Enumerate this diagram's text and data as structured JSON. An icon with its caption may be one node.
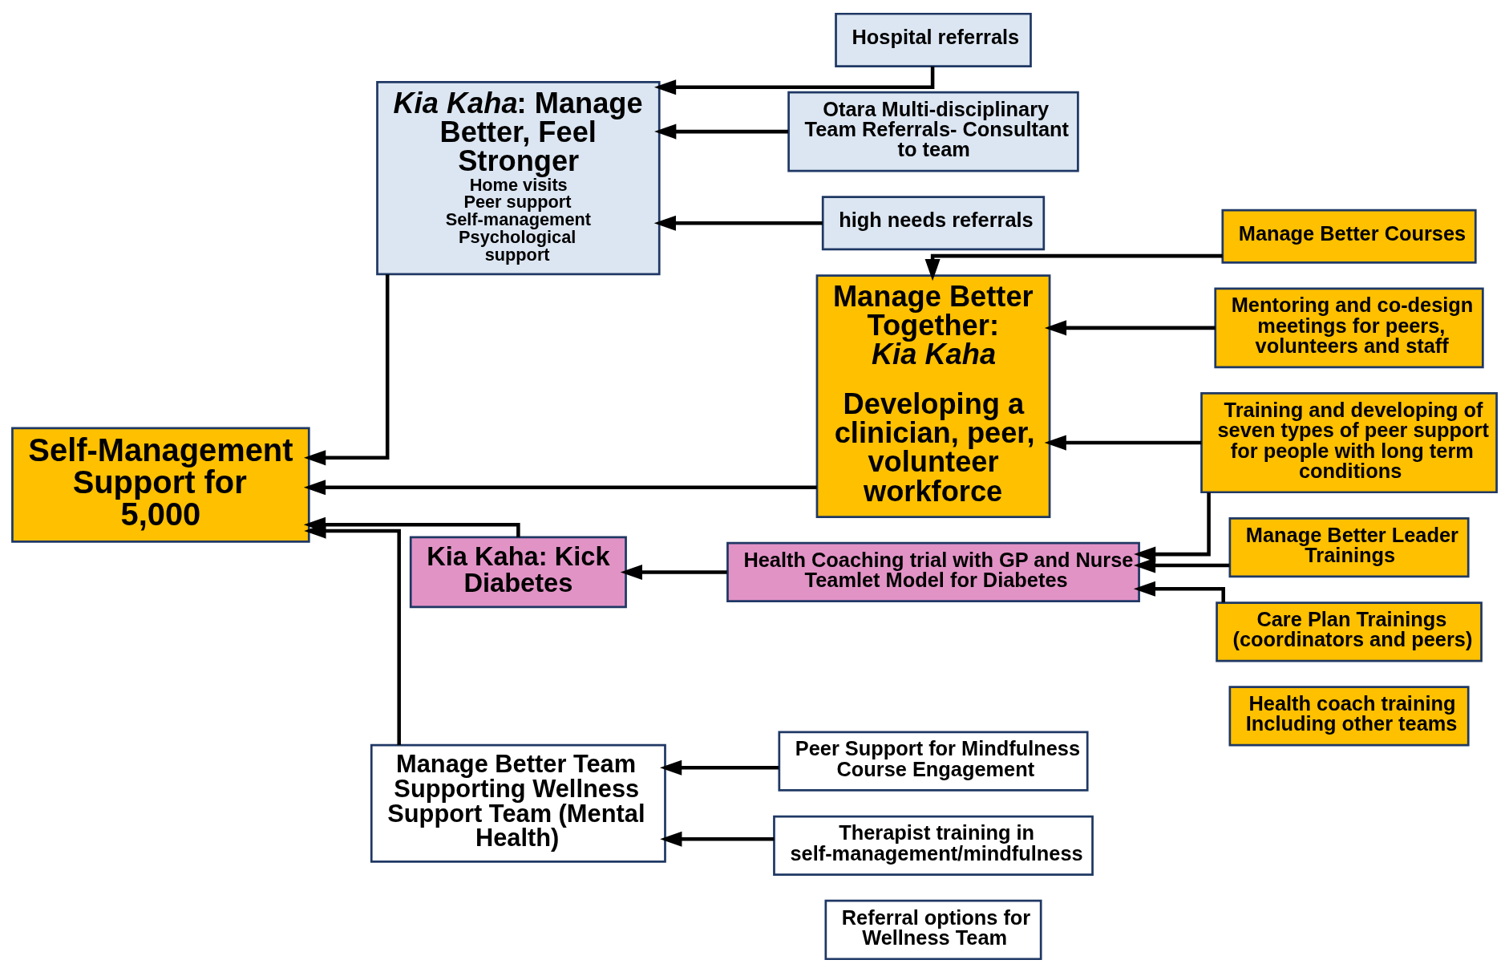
{
  "diagram": {
    "nodes": [
      {
        "text": [
          "Self-Management Support for 5,000"
        ]
      },
      {
        "text": [
          "*Kia Kaha*: Manage Better, Feel Stronger",
          "Home visits",
          "Peer support",
          "Self-management",
          "Psychological support"
        ]
      },
      {
        "text": [
          "Hospital referrals"
        ]
      },
      {
        "text": [
          "Otara Multi-disciplinary Team Referrals- Consultant to team"
        ]
      },
      {
        "text": [
          "high needs referrals"
        ]
      },
      {
        "text": [
          "Manage Better Together: *Kia Kaha*",
          "Developing a clinician, peer, volunteer workforce"
        ]
      },
      {
        "text": [
          "Manage Better Courses"
        ]
      },
      {
        "text": [
          "Training and developing of seven types of peer support for people with long term conditions"
        ]
      },
      {
        "text": [
          "Mentoring and co-design meetings for peers, volunteers and staff"
        ]
      },
      {
        "text": [
          "Manage Better Leader Trainings"
        ]
      },
      {
        "text": [
          "Health coach training Including other teams"
        ]
      },
      {
        "text": [
          "Care Plan Trainings (coordinators and peers)"
        ]
      },
      {
        "text": [
          "Kia Kaha: Kick Diabetes"
        ]
      },
      {
        "text": [
          "Health Coaching trial with GP and Nurse Teamlet Model for Diabetes"
        ]
      },
      {
        "text": [
          "Manage Better Team Supporting Wellness Support Team (Mental Health)"
        ]
      },
      {
        "text": [
          "Peer Support for Mindfulness Course Engagement"
        ]
      },
      {
        "text": [
          "Therapist training in self-management/mindfulness"
        ]
      },
      {
        "text": [
          "Referral options for Wellness Team"
        ]
      }
    ],
    "edges": [
      {
        "from": 1,
        "to": 0,
        "arrow": "to"
      },
      {
        "from": 5,
        "to": 0,
        "arrow": "to"
      },
      {
        "from": 12,
        "to": 0,
        "arrow": "to"
      },
      {
        "from": 14,
        "to": 0,
        "arrow": "to"
      },
      {
        "from": 2,
        "to": 1,
        "arrow": "to"
      },
      {
        "from": 3,
        "to": 1,
        "arrow": "to"
      },
      {
        "from": 4,
        "to": 1,
        "arrow": "to"
      },
      {
        "from": 6,
        "to": 5,
        "arrow": "to"
      },
      {
        "from": 7,
        "to": 5,
        "arrow": "to"
      },
      {
        "from": 8,
        "to": 5,
        "arrow": "to"
      },
      {
        "from": 9,
        "to": 13,
        "arrow": "to"
      },
      {
        "from": 7,
        "to": 13,
        "arrow": "to"
      },
      {
        "from": 11,
        "to": 13,
        "arrow": "to"
      },
      {
        "from": 13,
        "to": 12,
        "arrow": "to"
      },
      {
        "from": 15,
        "to": 14,
        "arrow": "to"
      },
      {
        "from": 16,
        "to": 14,
        "arrow": "to"
      }
    ]
  }
}
